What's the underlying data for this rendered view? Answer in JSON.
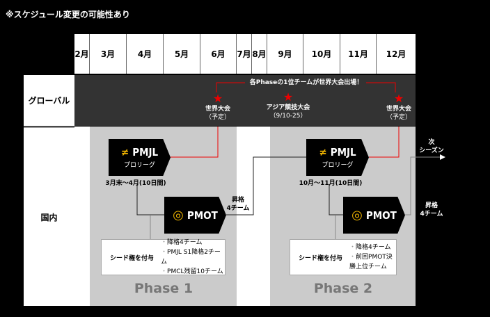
{
  "note": "※スケジュール変更の可能性あり",
  "months": [
    "2月",
    "3月",
    "4月",
    "5月",
    "6月",
    "7月",
    "8月",
    "9月",
    "10月",
    "11月",
    "12月"
  ],
  "rows": {
    "global": "グローバル",
    "domestic": "国内"
  },
  "global": {
    "banner": "各Phaseの1位チームが世界大会出場！",
    "events": [
      {
        "name": "世界大会",
        "sub": "（予定）"
      },
      {
        "name": "アジア競技大会",
        "sub": "（9/10-25）"
      },
      {
        "name": "世界大会",
        "sub": "（予定）"
      }
    ]
  },
  "phase1": {
    "pmjl": {
      "title": "PMJL",
      "sub": "プロリーグ"
    },
    "date": "3月末〜4月(10日間)",
    "pmot": "PMOT",
    "promo": [
      "昇格",
      "4チーム"
    ],
    "seed_label": "シード権を付与",
    "seed_items": [
      "降格4チーム",
      "PMJL S1降格2チーム",
      "PMCL残留10チーム"
    ],
    "label": "Phase 1"
  },
  "phase2": {
    "pmjl": {
      "title": "PMJL",
      "sub": "プロリーグ"
    },
    "date": "10月〜11月(10日間)",
    "pmot": "PMOT",
    "promo": [
      "昇格",
      "4チーム"
    ],
    "seed_label": "シード権を付与",
    "seed_items": [
      "降格4チーム",
      "前回PMOT決勝上位チーム"
    ],
    "label": "Phase 2"
  },
  "next": [
    "次",
    "シーズン"
  ],
  "colors": {
    "accent": "#e00000",
    "logo": "#f0b400",
    "phase_bg": "#cbcbcb",
    "band": "#333333"
  }
}
